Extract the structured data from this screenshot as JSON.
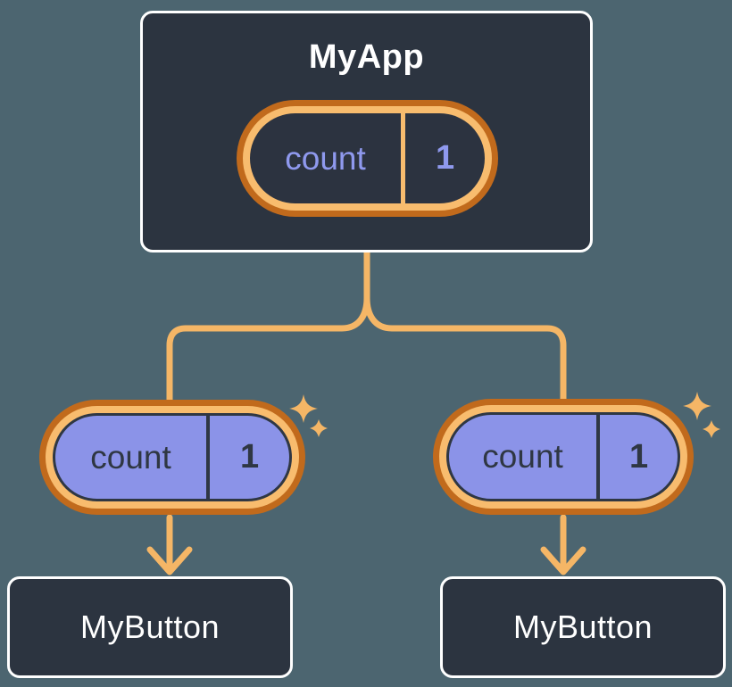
{
  "diagram": {
    "root": {
      "title": "MyApp",
      "state": {
        "label": "count",
        "value": "1"
      }
    },
    "children": [
      {
        "title": "MyButton",
        "props": {
          "label": "count",
          "value": "1"
        }
      },
      {
        "title": "MyButton",
        "props": {
          "label": "count",
          "value": "1"
        }
      }
    ]
  },
  "icons": {
    "sparkle_large": "four-point-star-sparkle",
    "sparkle_small": "four-point-star-sparkle"
  },
  "colors": {
    "background": "#4C6570",
    "node_fill": "#2C3440",
    "node_border": "#FFFFFF",
    "node_title_text": "#FFFFFF",
    "pill_ring_outer": "#C16A1C",
    "pill_ring_inner": "#F8BC6E",
    "state_pill_fill": "#2C3340",
    "state_pill_text": "#8F99EE",
    "props_pill_fill": "#8B93E8",
    "props_pill_text": "#2F3743",
    "connector": "#F5B666",
    "sparkle": "#F5B666"
  }
}
